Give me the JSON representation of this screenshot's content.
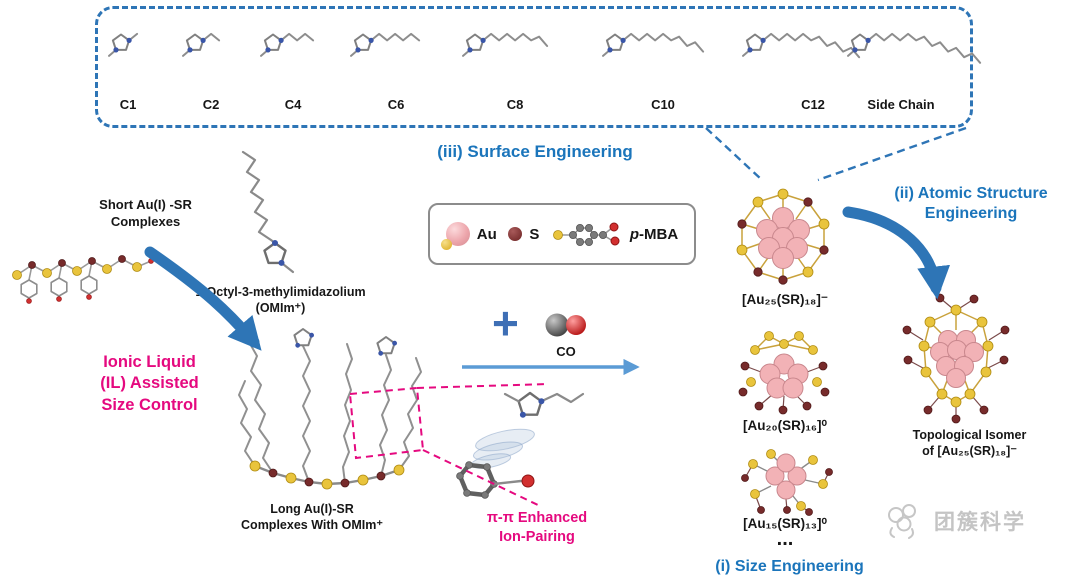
{
  "ligand_panel": {
    "items": [
      {
        "label": "C1",
        "carbons": 1
      },
      {
        "label": "C2",
        "carbons": 2
      },
      {
        "label": "C4",
        "carbons": 4
      },
      {
        "label": "C6",
        "carbons": 6
      },
      {
        "label": "C8",
        "carbons": 8
      },
      {
        "label": "C10",
        "carbons": 10
      },
      {
        "label": "C12",
        "carbons": 12
      },
      {
        "label": "Side Chain",
        "carbons": 14
      }
    ]
  },
  "headings": {
    "surface": "(iii) Surface Engineering",
    "atomic": "(ii) Atomic Structure\nEngineering",
    "size": "(i) Size Engineering"
  },
  "left_flow": {
    "short_complexes": "Short Au(I) -SR\nComplexes",
    "omim": "1-Octyl-3-methylimidazolium\n(OMIm⁺)",
    "ionic_liquid": "Ionic Liquid\n(IL) Assisted\nSize Control",
    "long_complexes": "Long Au(I)-SR\nComplexes With OMIm⁺",
    "pi_pi": "π-π Enhanced\nIon-Pairing"
  },
  "legend": {
    "au": "Au",
    "s": "S",
    "pmba_italic": "p",
    "pmba_rest": "-MBA"
  },
  "reaction": {
    "plus": "+",
    "co": "CO"
  },
  "clusters": {
    "au25": "[Au₂₅(SR)₁₈]⁻",
    "au20": "[Au₂₀(SR)₁₆]⁰",
    "au15": "[Au₁₅(SR)₁₃]⁰",
    "more": "...",
    "topo": "Topological Isomer\nof [Au₂₅(SR)₁₈]⁻"
  },
  "watermark": "团簇科学",
  "colors": {
    "heading_blue": "#1b75bb",
    "magenta": "#e5097f",
    "arrow_blue": "#2e75b6",
    "light_arrow": "#5b9bd5",
    "au_pink": "#f2b2b6",
    "s_dark_red": "#772b2b",
    "gold_yellow": "#e9c43c"
  }
}
